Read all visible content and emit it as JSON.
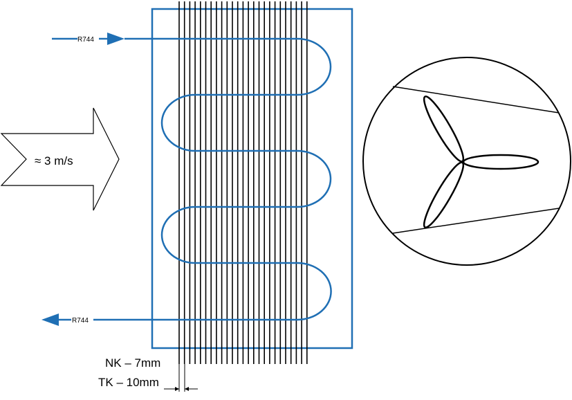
{
  "diagram": {
    "inlet_label": "R744",
    "outlet_label": "R744",
    "air_velocity_label": "≈ 3 m/s",
    "nk_label": "NK – 7mm",
    "tk_label": "TK – 10mm",
    "colors": {
      "coil": "#1f6fb4",
      "arrow": "#1f6fb4",
      "fins": "#000000",
      "outline": "#000000"
    },
    "icons": {
      "air_arrow": "hollow-right-arrow-icon",
      "fan_detail": "three-blade-fan-icon"
    }
  }
}
